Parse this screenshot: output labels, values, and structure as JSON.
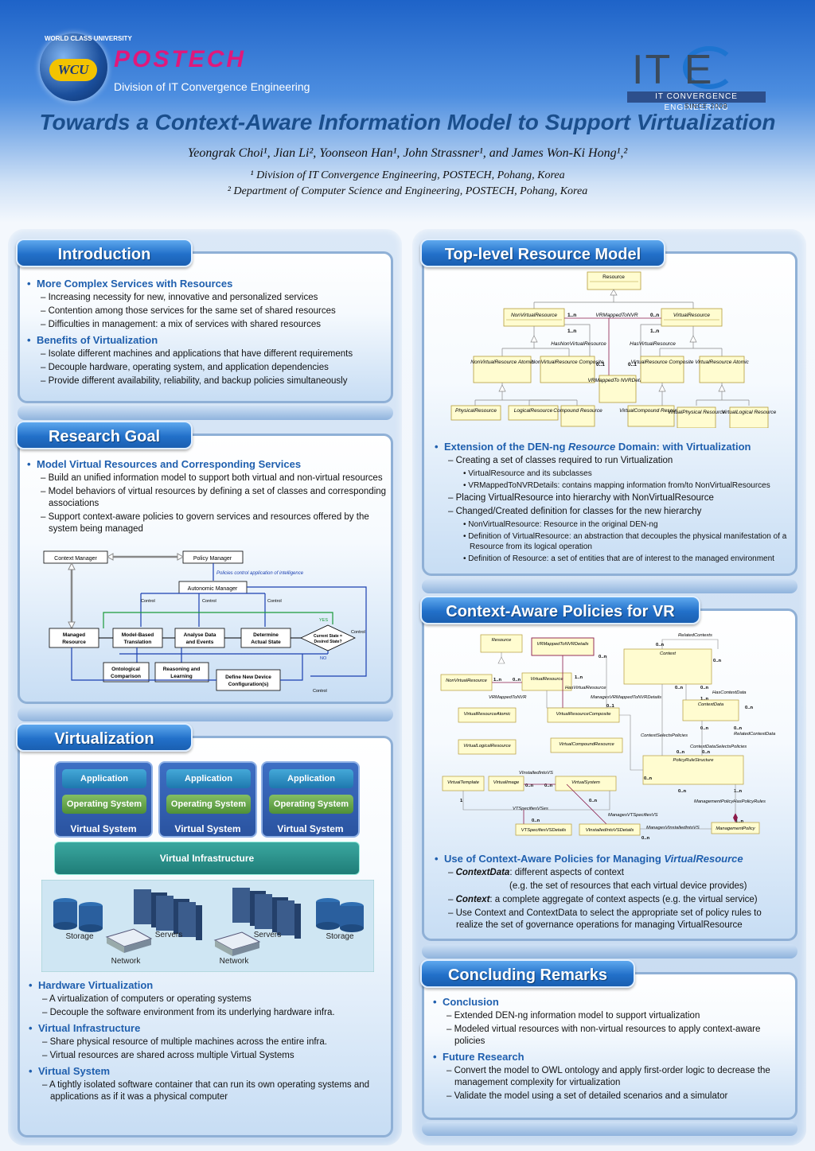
{
  "header": {
    "wcu_badge": "WCU",
    "wcu_arc": "WORLD CLASS UNIVERSITY",
    "postech": "POSTECH",
    "division": "Division of IT Convergence Engineering",
    "itce_big": "IT  E",
    "itce_bar": "IT CONVERGENCE ENGINEERING",
    "itce_since": "SINCE  2009",
    "title": "Towards a Context-Aware Information Model to Support Virtualization",
    "authors": "Yeongrak Choi¹, Jian Li², Yoonseon Han¹, John Strassner¹, and James Won-Ki Hong¹,²",
    "affil1": "¹ Division of IT Convergence Engineering, POSTECH, Pohang, Korea",
    "affil2": "² Department of Computer Science and Engineering, POSTECH, Pohang, Korea"
  },
  "introduction": {
    "title": "Introduction",
    "b1": "More Complex Services with Resources",
    "b1_items": [
      "– Increasing necessity for new, innovative and personalized services",
      "– Contention among those services for the same set of shared resources",
      "– Difficulties in management: a mix of services with shared resources"
    ],
    "b2": "Benefits of Virtualization",
    "b2_items": [
      "– Isolate different machines and applications that have different requirements",
      "– Decouple hardware, operating system, and application dependencies",
      "– Provide different availability, reliability, and backup policies simultaneously"
    ]
  },
  "research_goal": {
    "title": "Research Goal",
    "b1": "Model Virtual Resources and Corresponding Services",
    "items": [
      "– Build an unified information model to support both virtual and non-virtual resources",
      "– Model behaviors of virtual resources by defining a set of classes and corresponding associations",
      "– Support context-aware policies to govern services and resources offered by the system being managed"
    ],
    "diagram": {
      "context_manager": "Context Manager",
      "policy_manager": "Policy Manager",
      "policies_label": "Policies control application of intelligence",
      "autonomic_manager": "Autonomic Manager",
      "control": "Control",
      "managed_resource_1": "Managed",
      "managed_resource_2": "Resource",
      "model_based_1": "Model-Based",
      "model_based_2": "Translation",
      "analyse_1": "Analyse Data",
      "analyse_2": "and Events",
      "determine_1": "Determine",
      "determine_2": "Actual State",
      "current_1": "Current State =",
      "current_2": "Desired State?",
      "yes": "YES",
      "no": "NO",
      "ontological_1": "Ontological",
      "ontological_2": "Comparison",
      "reasoning_1": "Reasoning and",
      "reasoning_2": "Learning",
      "define_1": "Define New Device",
      "define_2": "Configuration(s)"
    }
  },
  "virtualization": {
    "title": "Virtualization",
    "application": "Application",
    "os": "Operating System",
    "virtual_system": "Virtual System",
    "infra": "Virtual Infrastructure",
    "storage": "Storage",
    "servers": "Servers",
    "network": "Network",
    "b1": "Hardware Virtualization",
    "b1_items": [
      "– A virtualization of computers or operating systems",
      "– Decouple the software environment from its underlying hardware infra."
    ],
    "b2": "Virtual Infrastructure",
    "b2_items": [
      "– Share physical resource of multiple machines across the entire infra.",
      "– Virtual resources are shared across multiple Virtual Systems"
    ],
    "b3": "Virtual System",
    "b3_items": [
      "– A tightly isolated software container that can run its own operating systems and applications as if it was a physical computer"
    ]
  },
  "top_level": {
    "title": "Top-level Resource Model",
    "uml": {
      "resource": "Resource",
      "nonvirtual": "NonVirtualResource",
      "virtual": "VirtualResource",
      "vrmapped": "VRMappedToNVR",
      "m1n": "1..n",
      "m0n": "0..n",
      "m01": "0..1",
      "has_nonvirtual": "HasNonVirtualResource",
      "has_virtual": "HasVirtualResource",
      "nv_atomic": "NonVirtualResource Atomic",
      "nv_composite": "NonVirtualResource Composite",
      "vrmapped_details": "VRMappedTo NVRDetails",
      "v_composite": "VirtualResource Composite",
      "v_atomic": "VirtualResource Atomic",
      "physical": "PhysicalResource",
      "logical": "LogicalResource",
      "compound": "Compound Resource",
      "v_compound": "VirtualCompound Resource",
      "v_physical": "VirtualPhysical Resource",
      "v_logical": "VirtualLogical Resource"
    },
    "b1_pre": "Extension of the DEN-ng ",
    "b1_em": "Resource",
    "b1_post": " Domain: with Virtualization",
    "items": [
      {
        "level": 2,
        "text": "– Creating a set of classes required to run Virtualization"
      },
      {
        "level": 3,
        "text": "VirtualResource and its subclasses"
      },
      {
        "level": 3,
        "text": "VRMappedToNVRDetails: contains mapping information from/to NonVirtualResources"
      },
      {
        "level": 2,
        "text": "– Placing VirtualResource into hierarchy with NonVirtualResource"
      },
      {
        "level": 2,
        "text": "– Changed/Created definition for classes for the new hierarchy"
      },
      {
        "level": 3,
        "text": "NonVirtualResource: Resource in the original DEN-ng"
      },
      {
        "level": 3,
        "text": "Definition of VirtualResource: an abstraction that decouples the physical manifestation of a Resource from its logical operation"
      },
      {
        "level": 3,
        "text": "Definition of Resource: a set of entities that are of interest to the managed environment"
      }
    ]
  },
  "context_aware": {
    "title": "Context-Aware Policies for VR",
    "uml": {
      "resource": "Resource",
      "vrmapped_details": "VRMappedToNVRDetails",
      "context": "Context",
      "related_contexts": "RelatedContexts",
      "nonvirtual": "NonVirtualResource",
      "virtual": "VirtualResource",
      "has_virtual": "HasVirtualResource",
      "vrmapped": "VRMappedToNVR",
      "manages_vrmapped": "ManagesVRMappedToNVRDetails",
      "has_context_data": "HasContextData",
      "context_data": "ContextData",
      "v_atomic": "VirtualResourceAtomic",
      "v_composite": "VirtualResourceComposite",
      "context_selects": "ContextSelectsPolicies",
      "related_context_data": "RelatedContextData",
      "v_logical": "VirtualLogicalResource",
      "v_compound": "VirtualCompoundResource",
      "context_data_selects": "ContextDataSelectsPolicies",
      "policy_rule": "PolicyRuleStructure",
      "vinstalled": "VInstalledIntoVS",
      "v_template": "VirtualTemplate",
      "v_image": "VirtualImage",
      "v_system": "VirtualSystem",
      "mgmt_has_rules": "ManagementPolicyHasPolicyRules",
      "vtspecifies": "VTSpecifiesVSes",
      "manages_vtspecifies": "ManagesVTSpecifiesVS",
      "vtspecifies_details": "VTSpecifiesVSDetails",
      "vinstalled_details": "VInstalledIntoVSDetails",
      "manages_vinstalled": "ManagesVInstalledIntoVS",
      "mgmt_policy": "ManagementPolicy",
      "m0n": "0..n",
      "m1n": "1..n",
      "m01": "0..1",
      "m1": "1"
    },
    "b1_pre": "Use of Context-Aware Policies for Managing ",
    "b1_em": "VirtualResource",
    "items": [
      {
        "em": "ContextData",
        "text": ": different aspects of context"
      },
      {
        "em": "",
        "text": "(e.g. the set of resources that each virtual device provides)"
      },
      {
        "em": "Context",
        "text": ": a complete aggregate of context aspects (e.g. the virtual service)"
      },
      {
        "em": "",
        "text": "Use Context and ContextData to select the appropriate set of policy rules to realize the set of governance operations for managing VirtualResource"
      }
    ]
  },
  "concluding": {
    "title": "Concluding Remarks",
    "b1": "Conclusion",
    "b1_items": [
      "– Extended DEN-ng information model to support virtualization",
      "– Modeled virtual resources with non-virtual resources to apply context-aware policies"
    ],
    "b2": "Future Research",
    "b2_items": [
      "– Convert the model to OWL ontology and apply first-order logic to decrease the management complexity for virtualization",
      "– Validate the model using a set of detailed scenarios and a simulator"
    ]
  },
  "colors": {
    "accent": "#1f5fae",
    "title": "#1a4e8c",
    "postech": "#e0187b",
    "uml_box": "#fffcd0",
    "association": "#8b1a4a"
  }
}
